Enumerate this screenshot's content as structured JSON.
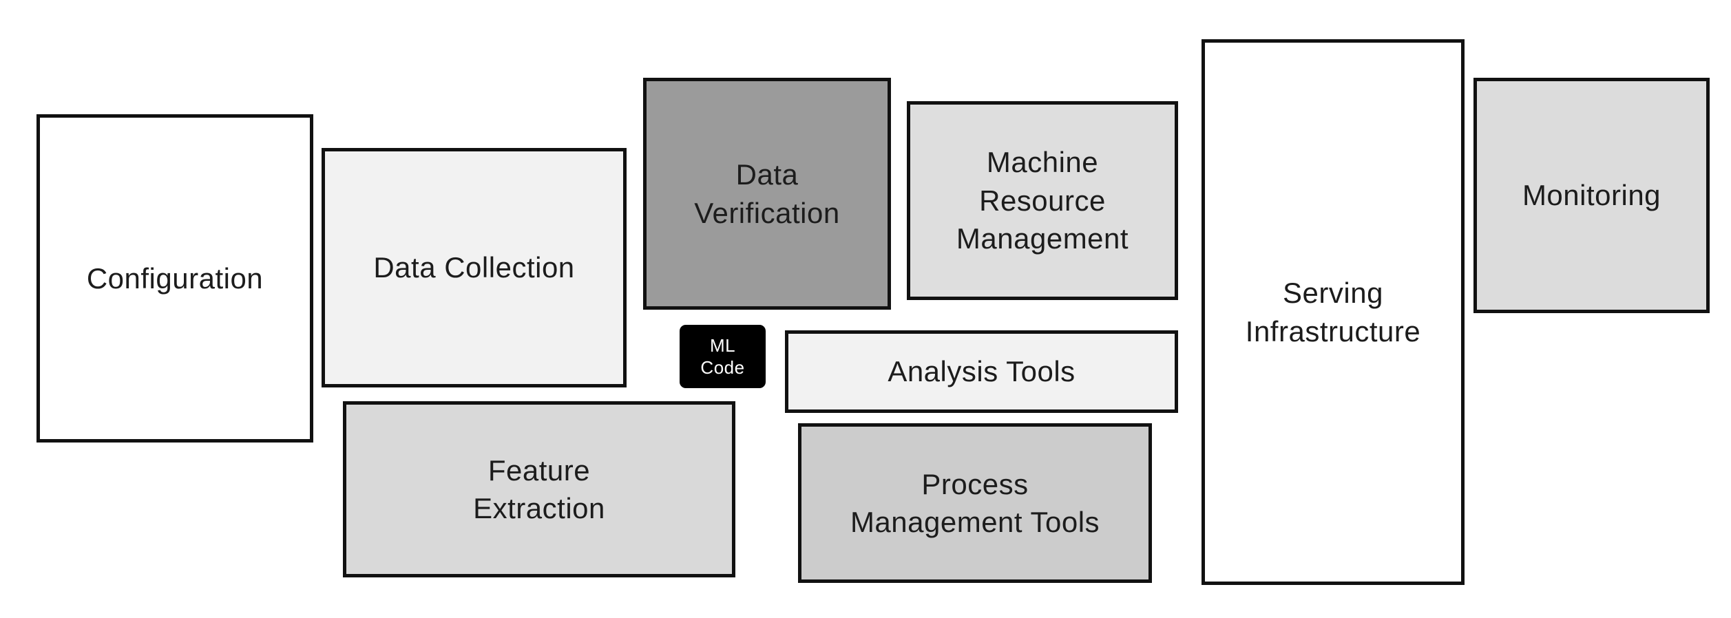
{
  "boxes": {
    "configuration": {
      "label": "Configuration",
      "fill": "#ffffff"
    },
    "data_collection": {
      "label": "Data Collection",
      "fill": "#f2f2f2"
    },
    "data_verification": {
      "label": "Data\nVerification",
      "fill": "#9b9b9b"
    },
    "ml_code": {
      "label": "ML\nCode",
      "fill": "#000000",
      "text_color": "#ffffff"
    },
    "analysis_tools": {
      "label": "Analysis Tools",
      "fill": "#f2f2f2"
    },
    "machine_resource_management": {
      "label": "Machine\nResource\nManagement",
      "fill": "#dedede"
    },
    "feature_extraction": {
      "label": "Feature\nExtraction",
      "fill": "#d9d9d9"
    },
    "process_management_tools": {
      "label": "Process\nManagement Tools",
      "fill": "#cccccc"
    },
    "serving_infrastructure": {
      "label": "Serving\nInfrastructure",
      "fill": "#ffffff"
    },
    "monitoring": {
      "label": "Monitoring",
      "fill": "#dcdcdc"
    }
  },
  "style": {
    "border_color": "#111111",
    "background": "#ffffff",
    "label_color": "#1c1c1c"
  }
}
